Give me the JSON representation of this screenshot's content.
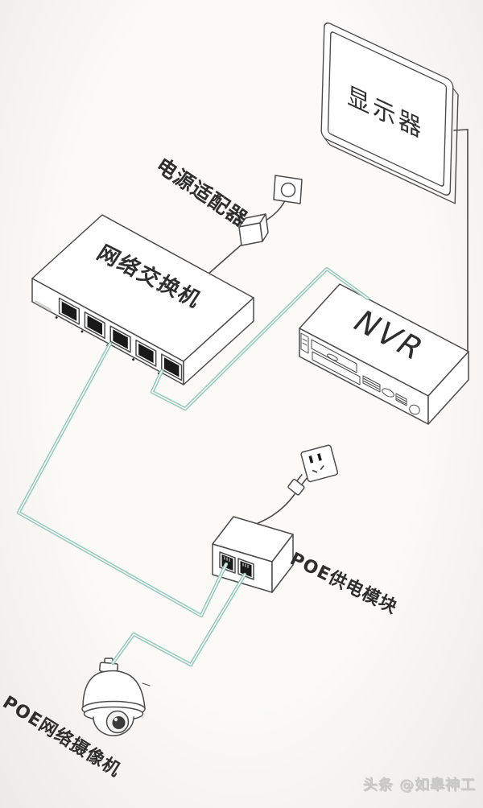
{
  "colors": {
    "background": "#f7f6f4",
    "line": "#4b4b4b",
    "cable": "#8fc8ba",
    "dark_fill": "#191919",
    "label": "#2e2e2e",
    "watermark": "#c9c9c7"
  },
  "devices": {
    "monitor": {
      "label": "显示器"
    },
    "power_adapter": {
      "label": "电源适配器"
    },
    "switch": {
      "label": "网络交换机",
      "visible_ports": 5
    },
    "nvr": {
      "label": "NVR"
    },
    "poe_module": {
      "label": "POE供电模块",
      "visible_ports": 2
    },
    "poe_camera": {
      "label": "POE网络摄像机"
    }
  },
  "connections": [
    {
      "from": "wall-outlet",
      "to": "power-adapter",
      "line": "dark"
    },
    {
      "from": "power-adapter",
      "to": "switch",
      "line": "dark"
    },
    {
      "from": "switch",
      "to": "nvr",
      "line": "teal"
    },
    {
      "from": "switch",
      "to": "poe_module",
      "line": "teal"
    },
    {
      "from": "poe_module",
      "to": "poe_camera",
      "line": "teal"
    },
    {
      "from": "wall-socket",
      "to": "poe_module",
      "line": "dark"
    },
    {
      "from": "monitor",
      "to": "nvr",
      "line": "dark"
    }
  ],
  "watermark": {
    "text": "头条 @如皋神工"
  }
}
